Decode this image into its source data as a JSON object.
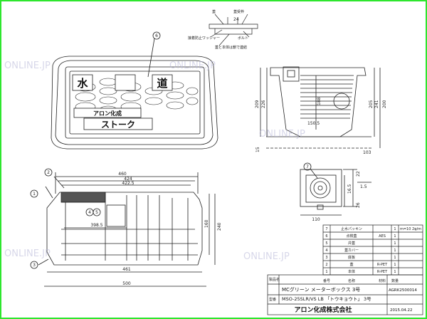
{
  "watermark": "ONLINE.JP",
  "top_view": {
    "plate_chars": [
      "水",
      "道"
    ],
    "callout": "6",
    "company": "アロン化成",
    "brand": "ストーク"
  },
  "detail": {
    "labels": [
      "蓋",
      "蓋受枠",
      "接着防止ワッシャー",
      "ボルト",
      "蓋と本体は鎖で連結"
    ],
    "dims": [
      "24"
    ]
  },
  "side_view": {
    "dims_v": [
      "209",
      "226",
      "188",
      "205",
      "241",
      "200",
      "15"
    ],
    "dims_h": [
      "150.5",
      "103"
    ]
  },
  "front_view": {
    "dims_top": [
      "460",
      "424",
      "422.5"
    ],
    "dim_inner": "398.5",
    "dims_bottom": [
      "461",
      "500"
    ],
    "dims_right": [
      "160",
      "240"
    ],
    "callouts": [
      "1",
      "2",
      "3",
      "4",
      "5"
    ]
  },
  "section_view": {
    "callout": "7",
    "dims": [
      "110",
      "22",
      "16.5",
      "1.5",
      "26"
    ]
  },
  "parts_table": {
    "rows": [
      {
        "no": "7",
        "name": "止水パッキン",
        "mat": "",
        "qty": "1"
      },
      {
        "no": "6",
        "name": "点検蓋",
        "mat": "AES",
        "qty": "1"
      },
      {
        "no": "5",
        "name": "弁蓋",
        "mat": "",
        "qty": "1"
      },
      {
        "no": "4",
        "name": "蓋カバー",
        "mat": "",
        "qty": "1"
      },
      {
        "no": "3",
        "name": "底板",
        "mat": "",
        "qty": "1"
      },
      {
        "no": "2",
        "name": "蓋",
        "mat": "R-PET",
        "qty": "1"
      },
      {
        "no": "1",
        "name": "本体",
        "mat": "R-PET",
        "qty": "1"
      }
    ],
    "header": {
      "no": "番号",
      "name": "名称",
      "mat": "材料",
      "qty": "数量"
    },
    "note": "m=10 2φ/m",
    "title_label": "製品名",
    "title": "MCグリーン メーターボックス 3号",
    "model_label": "型番",
    "model": "MSO-25SLR/VS LB 「トウキョウト」 3号",
    "drawing_no": "AGRK2500014",
    "company": "アロン化成株式会社",
    "date": "2015.04.22"
  }
}
